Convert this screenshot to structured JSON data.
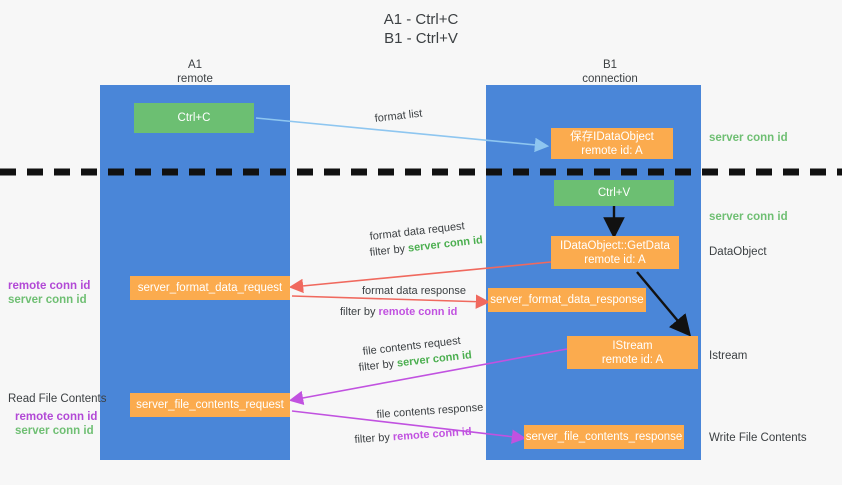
{
  "title": "A1 - Ctrl+C\nB1 - Ctrl+V",
  "columns": [
    {
      "name": "A1",
      "sub": "remote"
    },
    {
      "name": "B1",
      "sub": "connection"
    }
  ],
  "nodes": {
    "ctrl_c": "Ctrl+C",
    "ctrl_v": "Ctrl+V",
    "save_idataobject": "保存IDataObject\nremote id: A",
    "getdata": "IDataObject::GetData\nremote id: A",
    "istream": "IStream\nremote id: A",
    "server_format_data_request": "server_format_data_request",
    "server_format_data_response": "server_format_data_response",
    "server_file_contents_request": "server_file_contents_request",
    "server_file_contents_response": "server_file_contents_response"
  },
  "right_labels": {
    "server_conn_id_1": "server conn id",
    "server_conn_id_2": "server conn id",
    "dataobject": "DataObject",
    "istream": "Istream",
    "write_file_contents": "Write File Contents"
  },
  "left_labels": {
    "remote_conn_id_1": "remote conn id",
    "server_conn_id_1": "server conn id",
    "read_file_contents": "Read File Contents",
    "remote_conn_id_2": "remote conn id",
    "server_conn_id_2": "server conn id"
  },
  "edges": {
    "format_list": "format list",
    "format_data_request": "format data request",
    "format_data_request_filter_pre": "filter by ",
    "format_data_request_filter_key": "server conn id",
    "format_data_response": "format data response",
    "format_data_response_filter_pre": "filter by ",
    "format_data_response_filter_key": "remote conn id",
    "file_contents_request": "file contents request",
    "file_contents_request_filter_pre": "filter by ",
    "file_contents_request_filter_key": "server conn id",
    "file_contents_response": "file contents response",
    "file_contents_response_filter_pre": "filter by ",
    "file_contents_response_filter_key": "remote conn id"
  },
  "colors": {
    "lane": "#4a86d8",
    "green_node": "#6cbf72",
    "orange_node": "#fbab4e",
    "background": "#f7f7f7",
    "arrow_blue": "#8ec6f0",
    "arrow_red": "#f0695e",
    "arrow_magenta": "#c152e0",
    "arrow_black": "#111111",
    "green_text": "#6fbf73",
    "purple_text": "#b249d6"
  }
}
